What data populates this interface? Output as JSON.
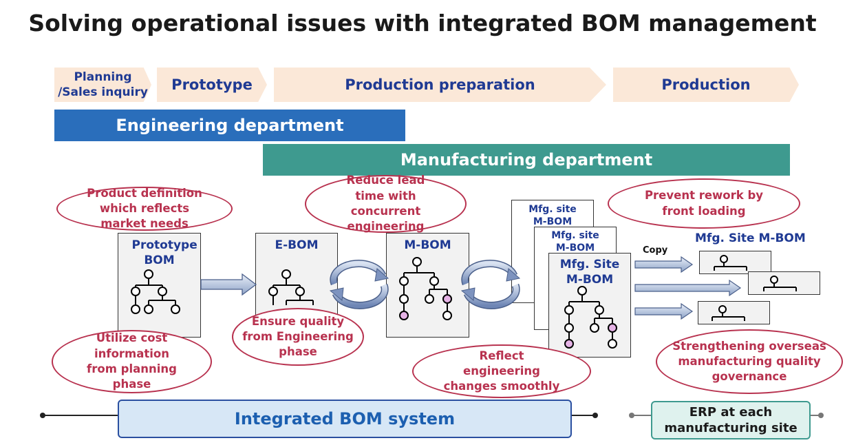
{
  "title": "Solving operational issues with integrated BOM management",
  "phases": {
    "planning": "Planning\n/Sales inquiry",
    "prototype": "Prototype",
    "production_prep": "Production preparation",
    "production": "Production"
  },
  "departments": {
    "engineering": "Engineering department",
    "manufacturing": "Manufacturing department"
  },
  "ovals": {
    "product_definition": "Product definition which reflects market needs",
    "reduce_lead_time": "Reduce lead time with concurrent engineering",
    "prevent_rework": "Prevent rework by front loading",
    "utilize_cost": "Utilize cost information from planning phase",
    "ensure_quality": "Ensure quality from Engineering phase",
    "reflect_changes": "Reflect engineering changes smoothly",
    "strengthening": "Strengthening overseas manufacturing quality governance"
  },
  "docs": {
    "prototype_bom": "Prototype BOM",
    "ebom": "E-BOM",
    "mbom": "M-BOM",
    "mfg_site_back": "Mfg. site M-BOM",
    "mfg_site_mid": "Mfg. site M-BOM",
    "mfg_site_front": "Mfg. Site M-BOM"
  },
  "copy_label": "Copy",
  "mfg_site_mbom_label": "Mfg. Site M-BOM",
  "integrated_bom": "Integrated BOM system",
  "erp": "ERP at each manufacturing site",
  "colors": {
    "phase_fill": "#fbe8d8",
    "phase_text": "#1f3a93",
    "engineering": "#2a6ebb",
    "manufacturing": "#3e9a8f",
    "oval_border": "#b8324f",
    "pink_node": "#e6b3e6"
  }
}
